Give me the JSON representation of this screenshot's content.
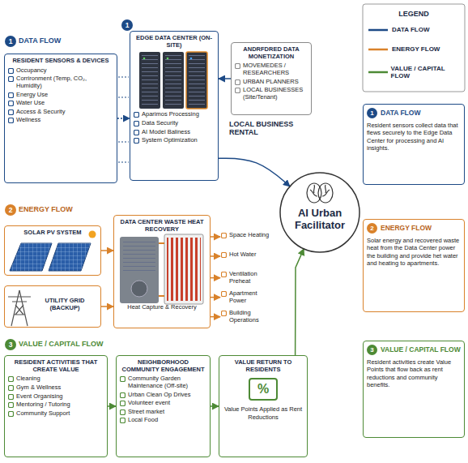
{
  "diagram": {
    "nodes": [
      {
        "text": [
          "RESIDENT SENSORS & DEVICES",
          "Occupancy",
          "Corrironment (Temp, CO₂, Humidity)",
          "Energy Use",
          "Water Use",
          "Access & Security",
          "Wellness"
        ]
      },
      {
        "text": [
          "EDGE DATA CENTER (ON-SITE)",
          "Aparimos Processing",
          "Data Security",
          "AI Model Baliness",
          "System Optimization"
        ]
      },
      {
        "text": [
          "ANDRFDRED DATA MONETIZATION",
          "MOVEMEDES / RESEARCHERS",
          "URBAN PLANNERS",
          "LOCAL BUSINESSES (Site/Tenant)"
        ]
      },
      {
        "text": [
          "AI Urban Facilitator"
        ]
      },
      {
        "text": [
          "1",
          "DATA FLOW",
          "Resident sensors collect data that flews securely to the Edge Data Center for processing and AI insights."
        ]
      },
      {
        "text": [
          "SOLAR PV SYSTEM"
        ]
      },
      {
        "text": [
          "UTILITY GRID (BACKUP)"
        ]
      },
      {
        "text": [
          "DATA CENTER WASTE HEAT RECOVERY",
          "Heat Capture & Recovery"
        ]
      },
      {
        "text": [
          "Space Heating"
        ]
      },
      {
        "text": [
          "Hot Water"
        ]
      },
      {
        "text": [
          "Ventilation Preheat"
        ]
      },
      {
        "text": [
          "Apartment Power"
        ]
      },
      {
        "text": [
          "Building Operations"
        ]
      },
      {
        "text": [
          "2",
          "ENERGY FLOW",
          "Solar energy and recovered waste heat from the Data Center power the building and provide het water and heating to apartments."
        ]
      },
      {
        "text": [
          "RESIDENT ACTIVITIES THAT CREATE VALUE",
          "Cleaning",
          "Gym & Wellness",
          "Event Organising",
          "Mentoring / Tutoring",
          "Community Support"
        ]
      },
      {
        "text": [
          "NEIGHBORHOOD COMMUNITY ENGAGEMENT",
          "Community Garden Maintenance (Off-site)",
          "Urban Clean Op Drives",
          "Volunteer event",
          "Street market",
          "Local Food"
        ]
      },
      {
        "text": [
          "VALUE RETURN TO RESIDENTS",
          "%",
          "Value Points Applied as Rent Reductions"
        ]
      },
      {
        "text": [
          "3",
          "VALUE / CAPITAL FLOW",
          "Resident activities create Value Points that flow back as rent reductions and community benefits."
        ]
      }
    ],
    "edges": [
      {
        "from": 0,
        "to": 1,
        "arrow": "to"
      },
      {
        "from": 2,
        "to": 1,
        "arrow": "to"
      },
      {
        "from": 1,
        "to": 3,
        "arrow": "to"
      },
      {
        "from": 5,
        "to": 7,
        "arrow": "to"
      },
      {
        "from": 6,
        "to": 7,
        "arrow": "to"
      },
      {
        "from": 7,
        "to": 8,
        "arrow": "to"
      },
      {
        "from": 7,
        "to": 9,
        "arrow": "to"
      },
      {
        "from": 7,
        "to": 10,
        "arrow": "to"
      },
      {
        "from": 7,
        "to": 11,
        "arrow": "to"
      },
      {
        "from": 7,
        "to": 12,
        "arrow": "to"
      },
      {
        "from": 14,
        "to": 15,
        "arrow": "to"
      },
      {
        "from": 15,
        "to": 16,
        "arrow": "to"
      },
      {
        "from": 16,
        "to": 3,
        "arrow": "to"
      }
    ],
    "labels": [
      "1",
      "DATA FLOW",
      "1",
      "LOCAL BUSINESS RENTAL",
      "2",
      "ENERGY FLOW",
      "3",
      "VALUE / CAPITAL FLOW",
      "LEGEND"
    ],
    "legend": [
      {
        "text": "DATA FLOW"
      },
      {
        "text": "ENERGY FLOW"
      },
      {
        "text": "VALUE / CAPITAL FLOW"
      }
    ]
  }
}
